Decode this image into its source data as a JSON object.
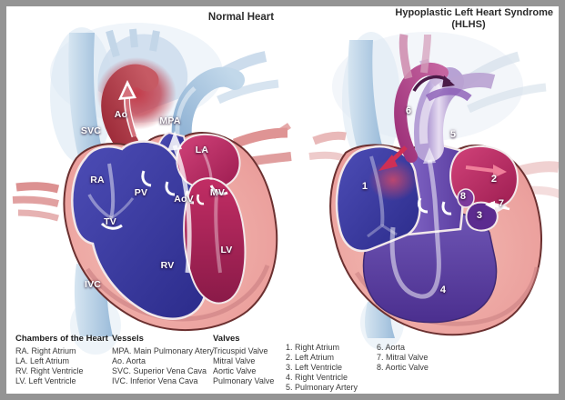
{
  "titles": {
    "left": "Normal Heart",
    "right_line1": "Hypoplastic Left Heart Syndrome",
    "right_line2": "(HLHS)"
  },
  "normal_heart_labels": {
    "svc": "SVC",
    "ao": "Ao",
    "mpa": "MPA",
    "la": "LA",
    "ra": "RA",
    "pv": "PV",
    "aov": "AoV",
    "mv": "MV",
    "tv": "TV",
    "lv": "LV",
    "rv": "RV",
    "ivc": "IVC"
  },
  "hlhs_labels": {
    "n1": "1",
    "n2": "2",
    "n3": "3",
    "n4": "4",
    "n5": "5",
    "n6": "6",
    "n7": "7",
    "n8": "8"
  },
  "legend": {
    "chambers": {
      "header": "Chambers of the Heart",
      "items": [
        "RA. Right Atrium",
        "LA. Left Atrium",
        "RV. Right Ventricle",
        "LV. Left Ventricle"
      ]
    },
    "vessels": {
      "header": "Vessels",
      "items": [
        "MPA. Main Pulmonary Atery",
        "Ao. Aorta",
        "SVC. Superior Vena Cava",
        "IVC. Inferior Vena Cava"
      ]
    },
    "valves": {
      "header": "Valves",
      "items": [
        "Tricuspid Valve",
        "Mitral Valve",
        "Aortic Valve",
        "Pulmonary Valve"
      ]
    },
    "numbered_a": [
      "1. Right Atrium",
      "2. Left Atrium",
      "3. Left Ventricle",
      "4. Right Ventricle",
      "5. Pulmonary Artery"
    ],
    "numbered_b": [
      "6. Aorta",
      "7. Mitral Valve",
      "8. Aortic Valve"
    ]
  },
  "colors": {
    "frame_border": "#949494",
    "label_white": "#ffffff",
    "title_text": "#2b2b2b",
    "legend_text": "#3a3a3a",
    "chamber_blue": "#34349a",
    "crimson": "#bf2a5e",
    "aorta_red": "#b23946",
    "vessel_blue": "#a9c6e2",
    "muscle_pink": "#ec9f9f",
    "rv_purple": "#5a3f9f",
    "hlhs_aorta_magenta": "#b03a86"
  }
}
